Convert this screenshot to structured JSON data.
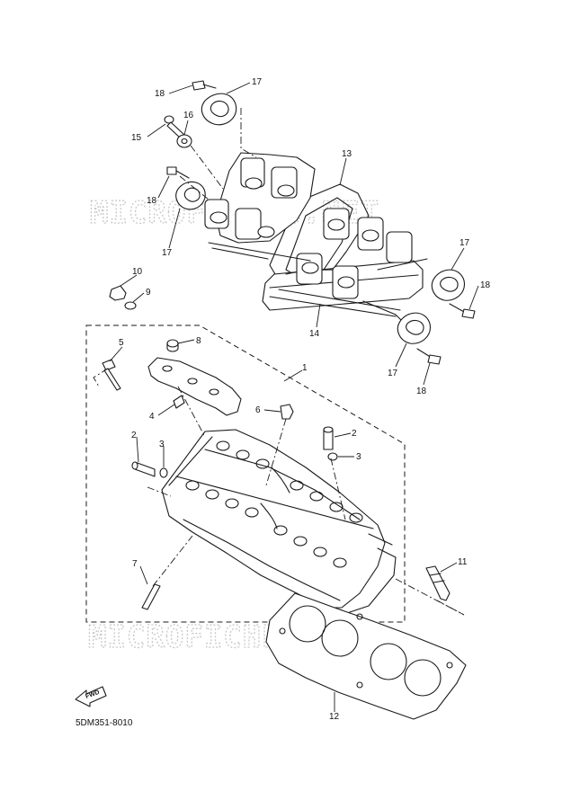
{
  "watermark": {
    "top": "MICROFICHES.NET",
    "bottom": "MICROFICHES.NET"
  },
  "diagram_code": "5DM351-8010",
  "fwd_label": "FWD",
  "callouts": [
    {
      "id": "c18a",
      "label": "18"
    },
    {
      "id": "c17a",
      "label": "17"
    },
    {
      "id": "c16",
      "label": "16"
    },
    {
      "id": "c15",
      "label": "15"
    },
    {
      "id": "c13",
      "label": "13"
    },
    {
      "id": "c18b",
      "label": "18"
    },
    {
      "id": "c17b",
      "label": "17"
    },
    {
      "id": "c17c",
      "label": "17"
    },
    {
      "id": "c18c",
      "label": "18"
    },
    {
      "id": "c10",
      "label": "10"
    },
    {
      "id": "c9",
      "label": "9"
    },
    {
      "id": "c14",
      "label": "14"
    },
    {
      "id": "c5",
      "label": "5"
    },
    {
      "id": "c8",
      "label": "8"
    },
    {
      "id": "c17d",
      "label": "17"
    },
    {
      "id": "c18d",
      "label": "18"
    },
    {
      "id": "c1",
      "label": "1"
    },
    {
      "id": "c4",
      "label": "4"
    },
    {
      "id": "c6",
      "label": "6"
    },
    {
      "id": "c2a",
      "label": "2"
    },
    {
      "id": "c3a",
      "label": "3"
    },
    {
      "id": "c2b",
      "label": "2"
    },
    {
      "id": "c3b",
      "label": "3"
    },
    {
      "id": "c7",
      "label": "7"
    },
    {
      "id": "c11",
      "label": "11"
    },
    {
      "id": "c12",
      "label": "12"
    }
  ]
}
